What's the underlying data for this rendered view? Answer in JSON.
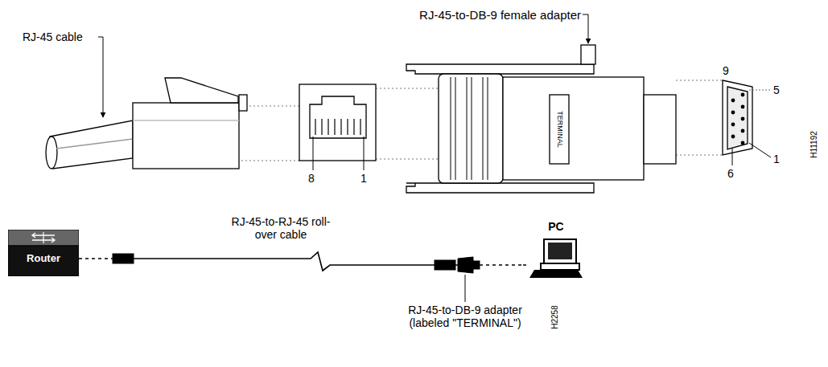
{
  "diagram": {
    "nodes": [
      {
        "text": [
          "Router"
        ]
      },
      {
        "text": [
          "PC"
        ]
      }
    ],
    "edges": [
      {
        "from": 0,
        "to": 1,
        "arrow": "none",
        "label": "RJ-45-to-RJ-45 roll-over cable"
      }
    ],
    "labels": [
      "RJ-45 cable",
      "RJ-45-to-DB-9 female adapter",
      "8",
      "1",
      "TERMINAL",
      "9",
      "5",
      "1",
      "6",
      "H11192",
      "RJ-45-to-DB-9 adapter (labeled \"TERMINAL\")",
      "H2258"
    ]
  }
}
